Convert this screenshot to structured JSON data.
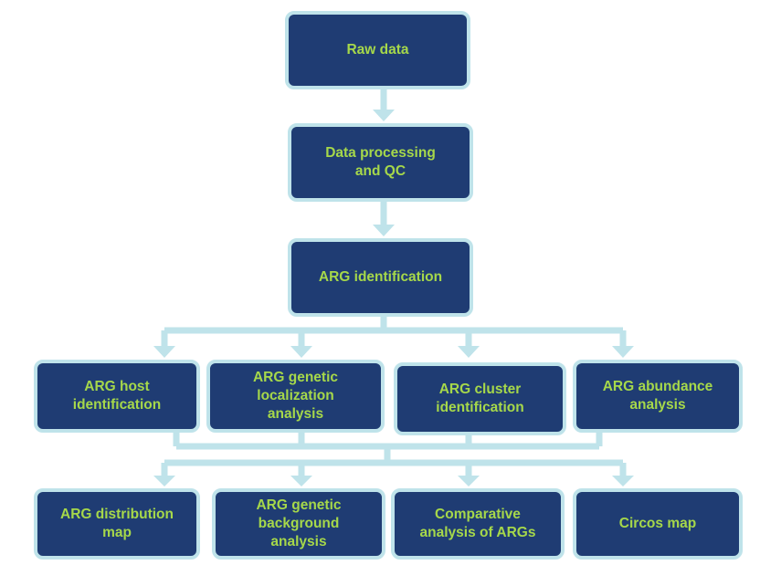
{
  "colors": {
    "box_fill": "#1f3c73",
    "box_border": "#bfe3ea",
    "text": "#a6d84a",
    "connector": "#bfe3ea"
  },
  "flow": {
    "raw_data": "Raw data",
    "data_processing": "Data processing\nand QC",
    "arg_identification": "ARG identification"
  },
  "analyses": [
    "ARG host\nidentification",
    "ARG genetic\nlocalization\nanalysis",
    "ARG cluster\nidentification",
    "ARG abundance\nanalysis"
  ],
  "outputs": [
    "ARG distribution\nmap",
    "ARG genetic\nbackground\nanalysis",
    "Comparative\nanalysis of ARGs",
    "Circos map"
  ]
}
